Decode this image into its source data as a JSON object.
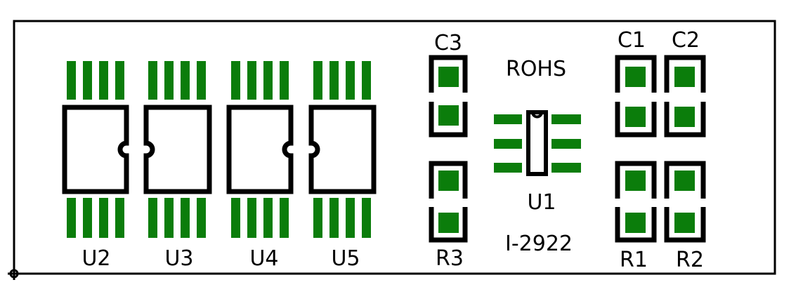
{
  "colors": {
    "pad": "#0b7d0b",
    "outline": "#000000",
    "background": "#ffffff"
  },
  "labels": {
    "u2": "U2",
    "u3": "U3",
    "u4": "U4",
    "u5": "U5",
    "c3": "C3",
    "r3": "R3",
    "rohs": "ROHS",
    "u1": "U1",
    "part_number": "I-2922",
    "c1": "C1",
    "c2": "C2",
    "r1": "R1",
    "r2": "R2"
  },
  "icons": {
    "origin": "origin-marker-icon"
  }
}
